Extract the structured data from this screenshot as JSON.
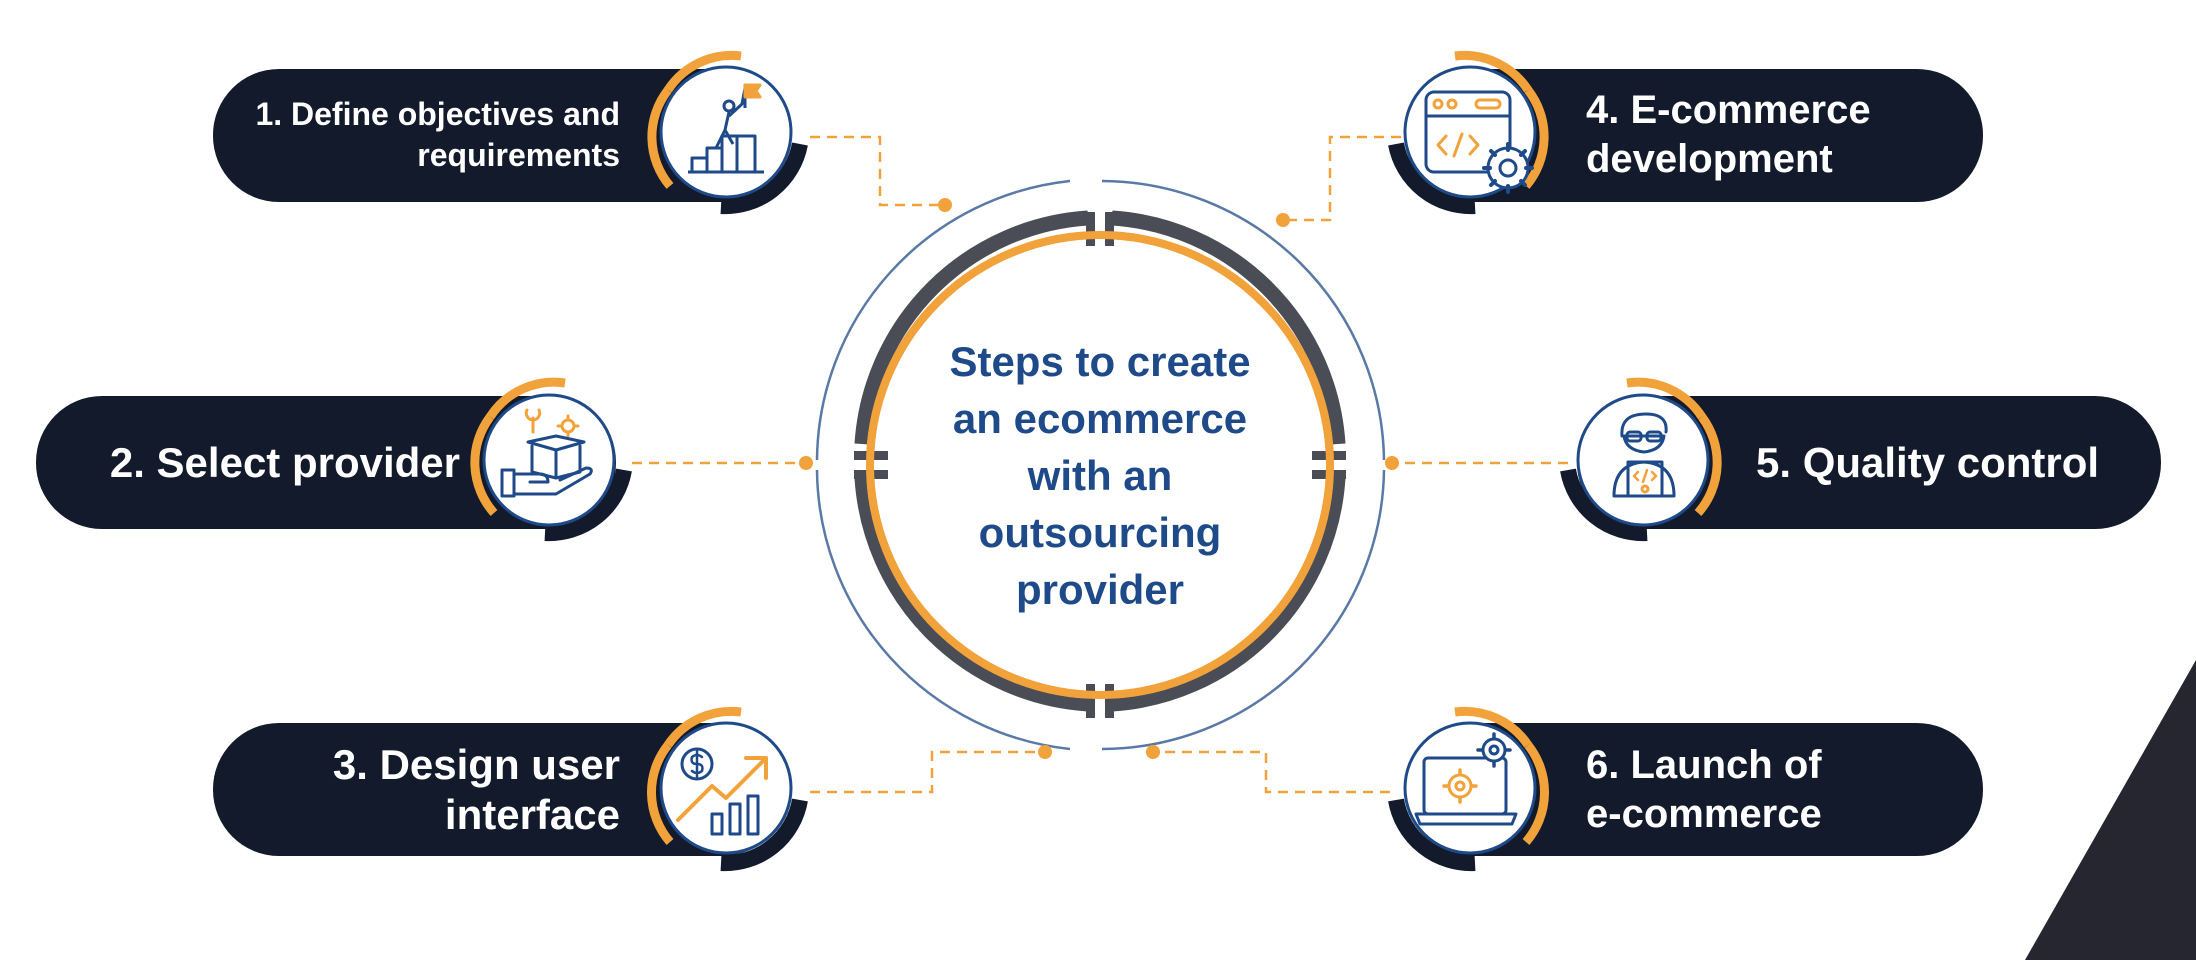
{
  "center": {
    "title": "Steps to create an ecommerce with an outsourcing provider"
  },
  "steps": [
    {
      "label": "1. Define objectives and requirements",
      "icon": "goal-stairs-flag-icon"
    },
    {
      "label": "2. Select provider",
      "icon": "hand-box-tools-icon"
    },
    {
      "label": "3. Design user interface",
      "icon": "growth-chart-dollar-icon"
    },
    {
      "label": "4. E-commerce development",
      "icon": "browser-code-gear-icon"
    },
    {
      "label": "5. Quality control",
      "icon": "developer-laptop-icon"
    },
    {
      "label": "6. Launch of e-commerce",
      "icon": "laptop-gears-icon"
    }
  ],
  "colors": {
    "navy": "#121a2b",
    "orange": "#f2a23a",
    "blue": "#1f4a8a",
    "ring_gray": "#4a4d55",
    "outer_ring": "#5a79a6",
    "corner": "#262630"
  }
}
